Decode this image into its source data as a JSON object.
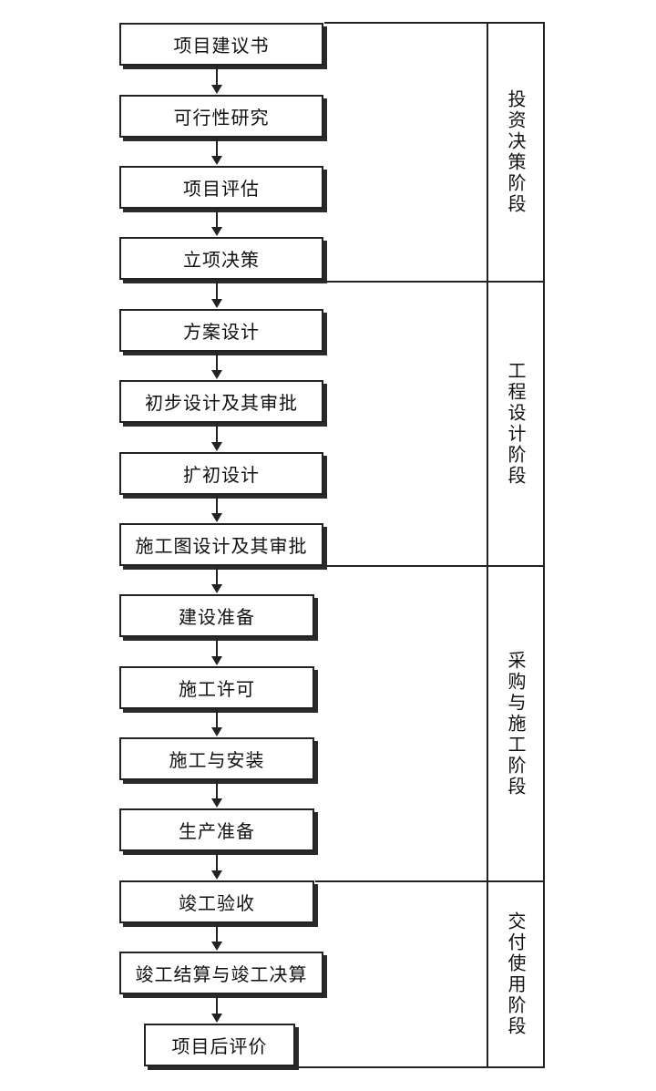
{
  "steps": [
    "项目建议书",
    "可行性研究",
    "项目评估",
    "立项决策",
    "方案设计",
    "初步设计及其审批",
    "扩初设计",
    "施工图设计及其审批",
    "建设准备",
    "施工许可",
    "施工与安装",
    "生产准备",
    "竣工验收",
    "竣工结算与竣工决算",
    "项目后评价"
  ],
  "stages": [
    "投资决策阶段",
    "工程设计阶段",
    "采购与施工阶段",
    "交付使用阶段"
  ],
  "colors": {
    "line": "#222222",
    "background": "#ffffff",
    "shadow": "#2a2a2a"
  }
}
